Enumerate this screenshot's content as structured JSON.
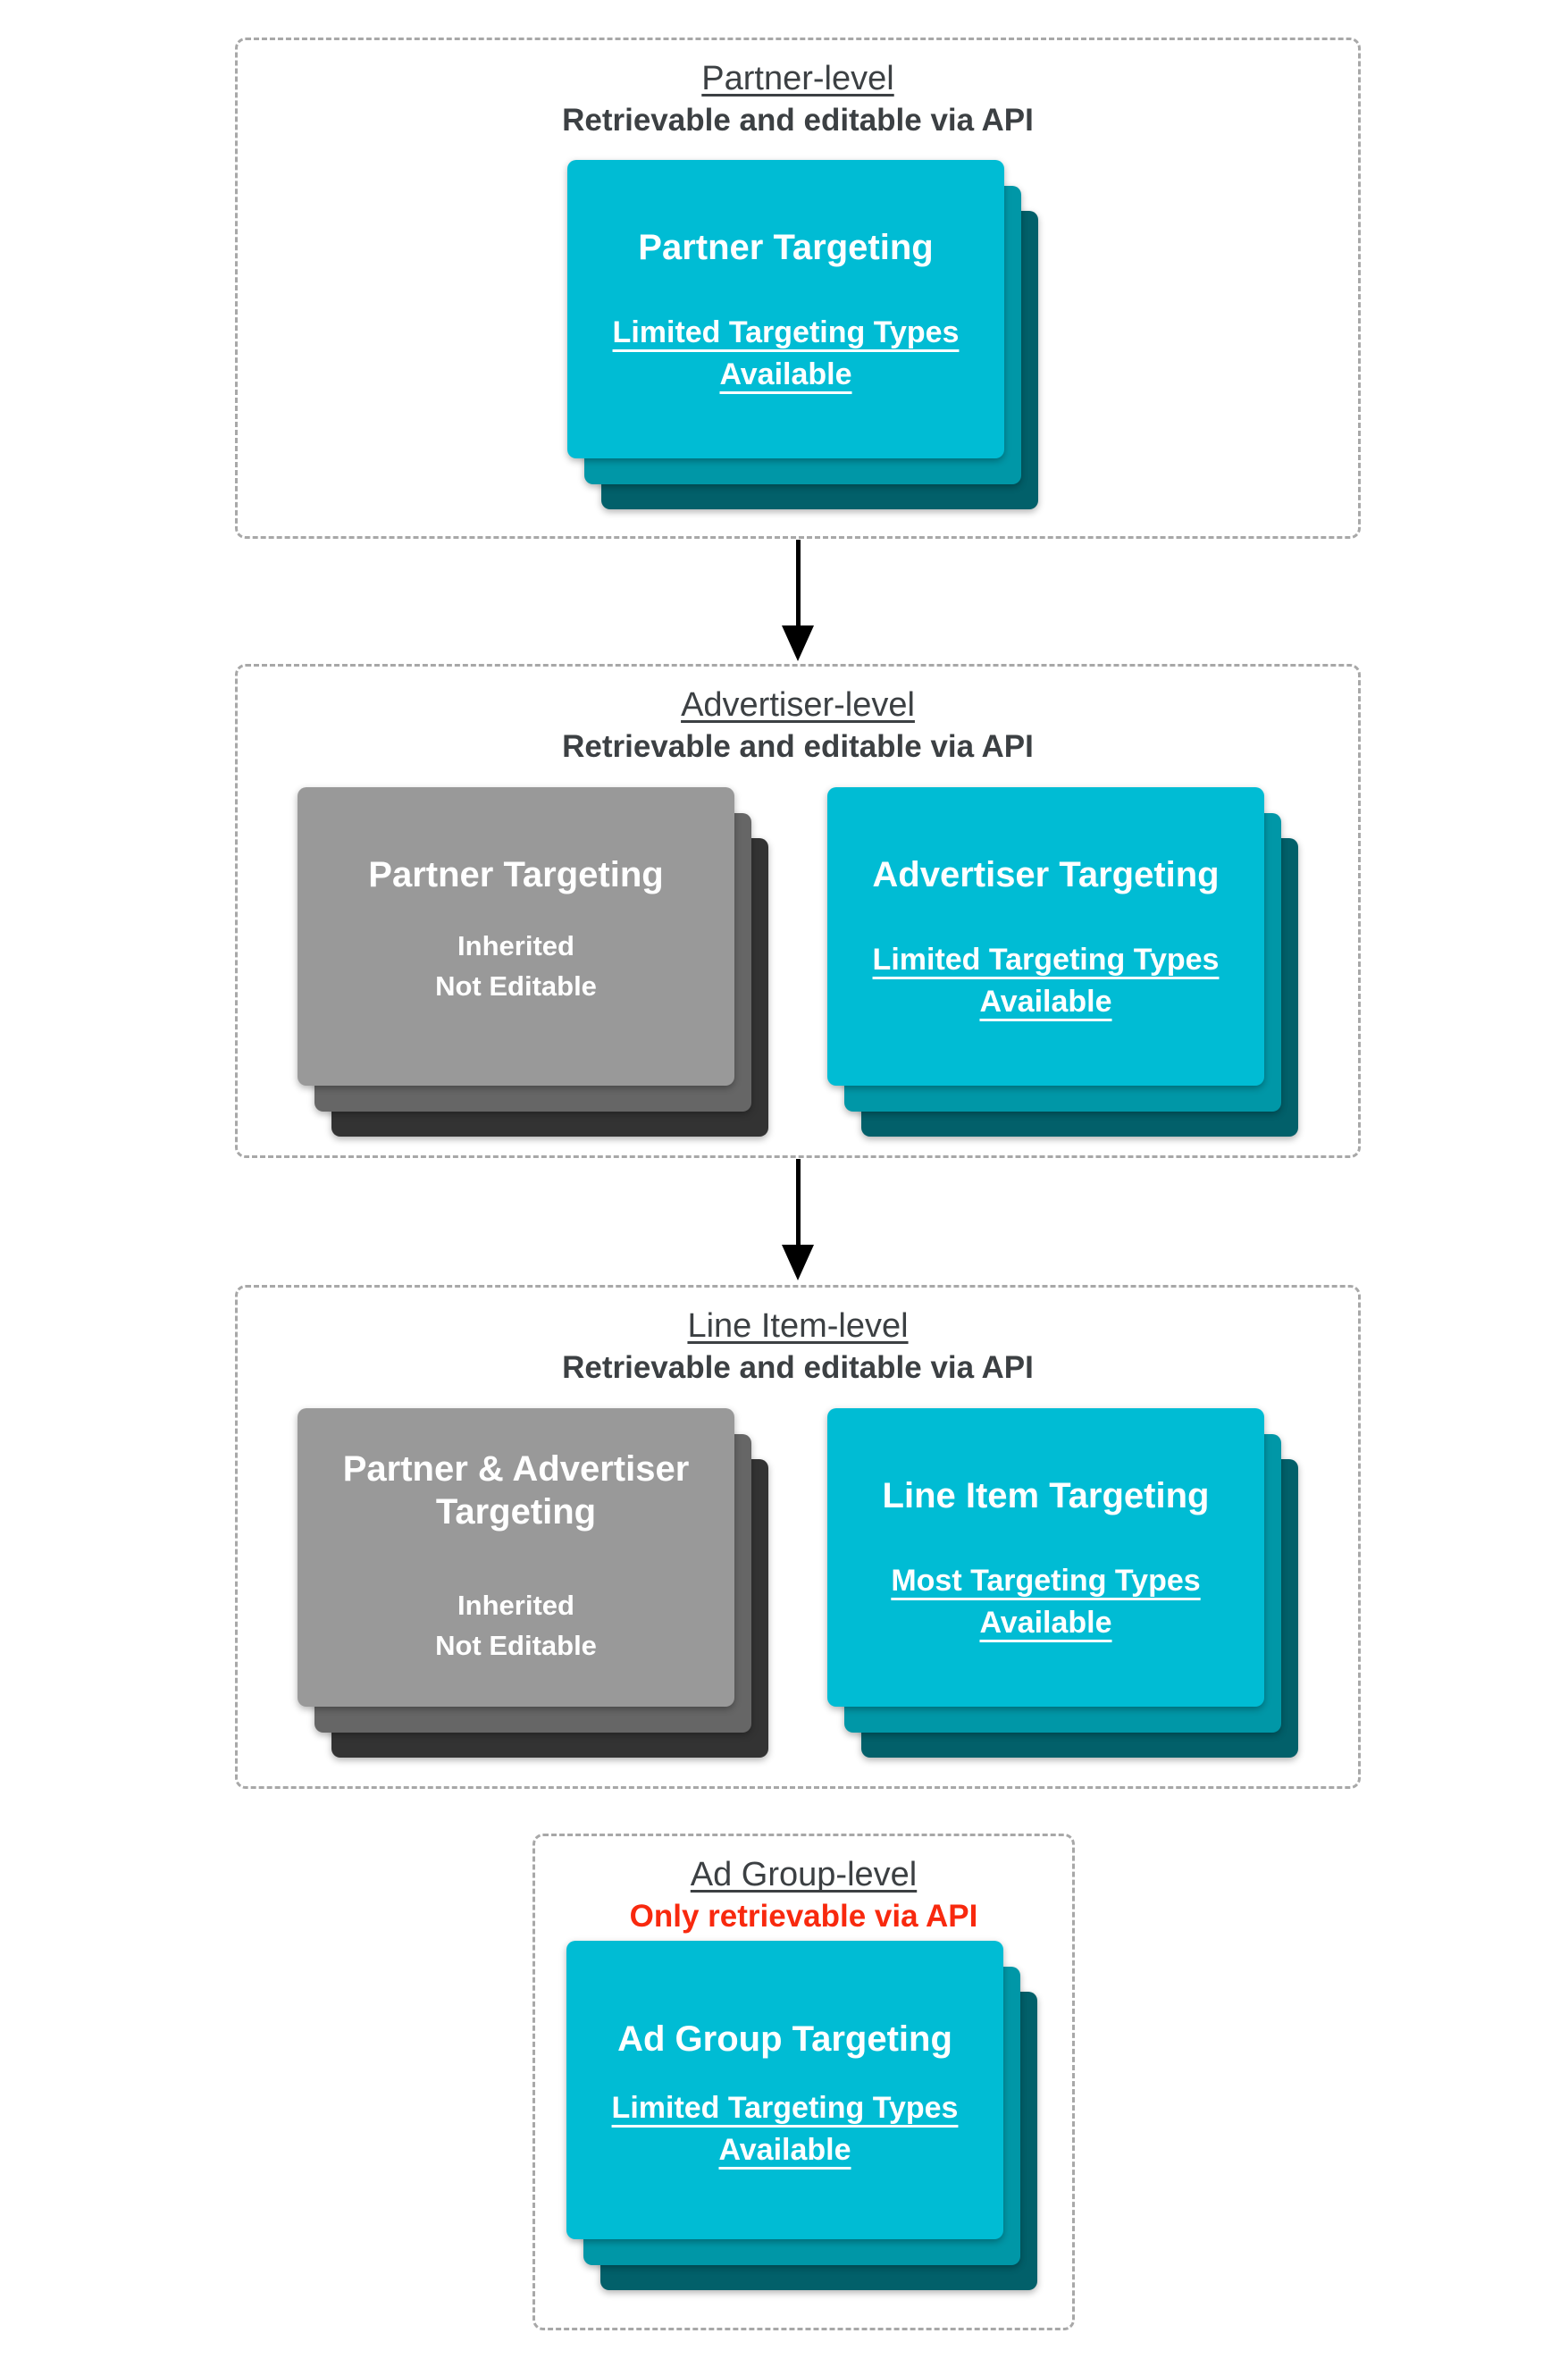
{
  "colors": {
    "heading": "#3c4043",
    "alert": "#f8290e",
    "cyan_front": "#00bcd4",
    "cyan_mid": "#0097a7",
    "cyan_back": "#02606a",
    "gray_front": "#999999",
    "gray_mid": "#666666",
    "gray_back": "#333333"
  },
  "sections": {
    "partner": {
      "title": "Partner-level",
      "subtitle": "Retrievable and editable via API",
      "card": {
        "title": "Partner Targeting",
        "subtitle": "Limited Targeting Types\nAvailable"
      }
    },
    "advertiser": {
      "title": "Advertiser-level",
      "subtitle": "Retrievable and editable via API",
      "gray_card": {
        "title": "Partner Targeting",
        "subtitle": "Inherited\nNot Editable"
      },
      "cyan_card": {
        "title": "Advertiser Targeting",
        "subtitle": "Limited Targeting Types\nAvailable"
      }
    },
    "line_item": {
      "title": "Line Item-level",
      "subtitle": "Retrievable and editable via API",
      "gray_card": {
        "title": "Partner & Advertiser\nTargeting",
        "subtitle": "Inherited\nNot Editable"
      },
      "cyan_card": {
        "title": "Line Item Targeting",
        "subtitle": "Most Targeting Types\nAvailable"
      }
    },
    "ad_group": {
      "title": "Ad Group-level",
      "subtitle": "Only retrievable via API",
      "card": {
        "title": "Ad Group Targeting",
        "subtitle": "Limited Targeting Types\nAvailable"
      }
    }
  }
}
